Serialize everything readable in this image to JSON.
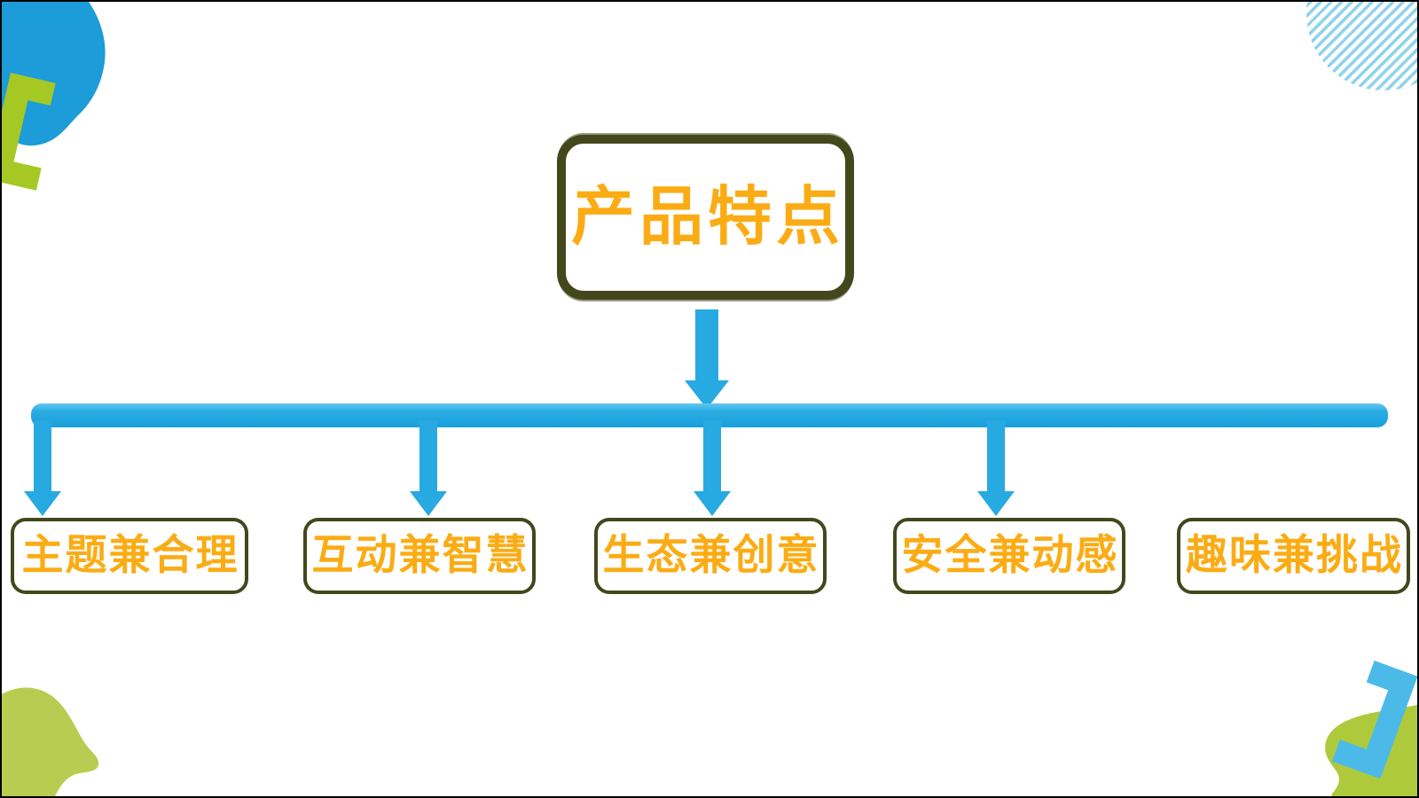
{
  "diagram": {
    "title": {
      "label": "产品特点"
    },
    "nodes": [
      {
        "label": "主题兼合理"
      },
      {
        "label": "互动兼智慧"
      },
      {
        "label": "生态兼创意"
      },
      {
        "label": "安全兼动感"
      },
      {
        "label": "趣味兼挑战"
      }
    ]
  },
  "colors": {
    "connector_blue": "#27A9E1",
    "connector_highlight": "#62C7EF",
    "connector_shadow": "#18A0DC",
    "box_border_olive": "#42481C",
    "text_orange": "#FBAC15",
    "decor_blue_blob": "#1C9CD8",
    "decor_blue_bracket": "#4CBAE8",
    "decor_stripe_blue": "#8FD3EB",
    "decor_green_bracket": "#A6C824",
    "decor_green_blob_left": "#B9CC52",
    "decor_green_blob_right": "#AECA3C"
  }
}
